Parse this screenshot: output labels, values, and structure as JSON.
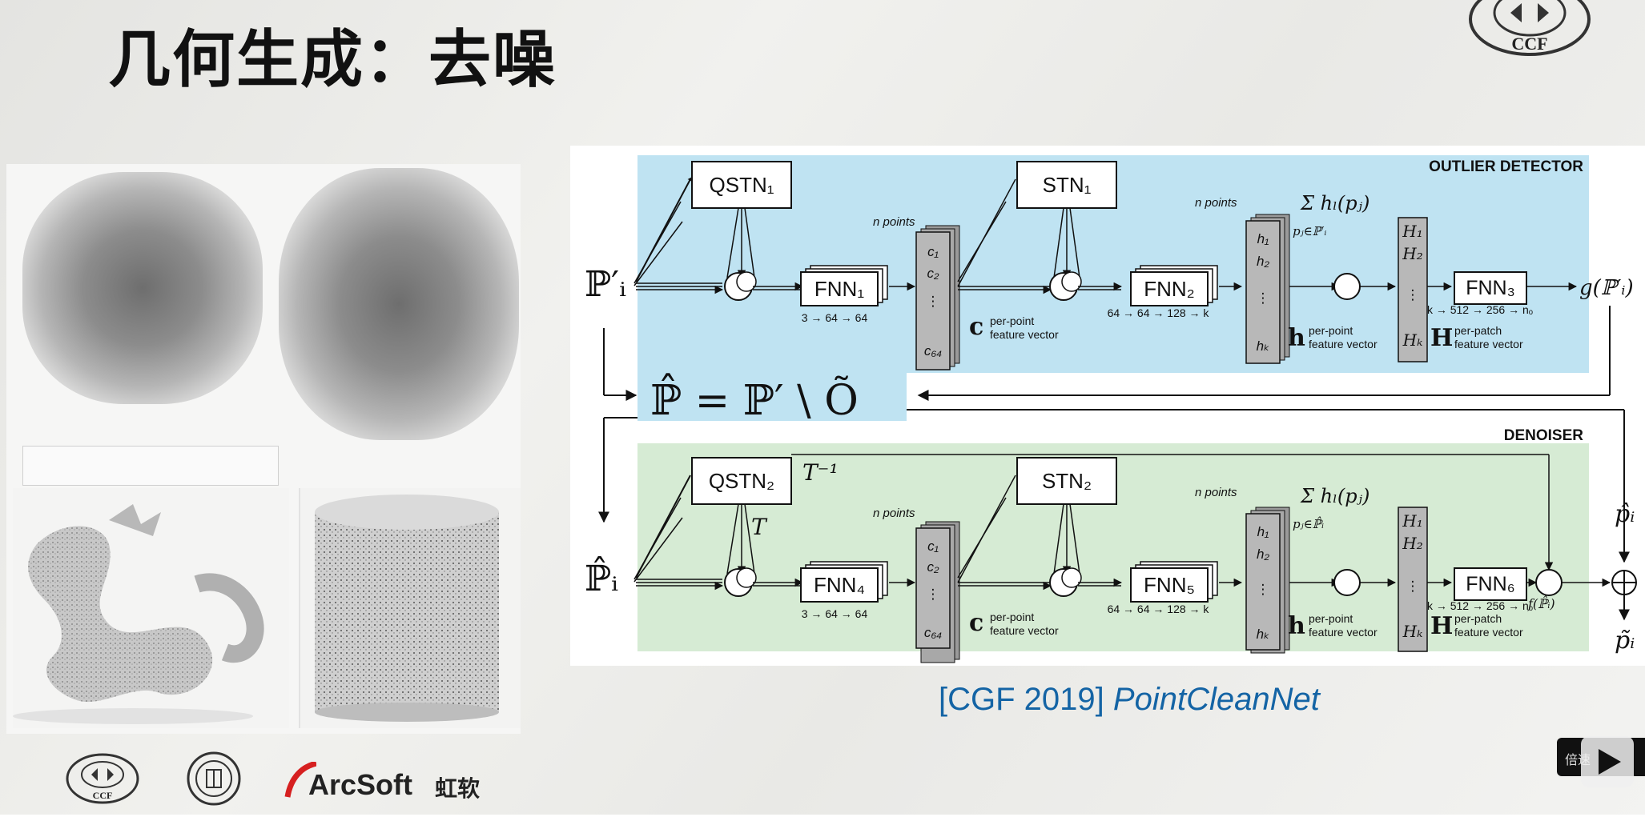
{
  "slide": {
    "title": "几何生成：去噪"
  },
  "diagram": {
    "outlier_section_title": "OUTLIER DETECTOR",
    "denoiser_section_title": "DENOISER",
    "top_input": "ℙ′ᵢ",
    "bottom_input": "ℙ̂ᵢ",
    "middle_equation": "ℙ̂ = ℙ′ \\ Õ",
    "top": {
      "qstn": "QSTN₁",
      "stn": "STN₁",
      "fnn_a": "FNN₁",
      "fnn_b": "FNN₂",
      "fnn_c": "FNN₃",
      "fnn_a_dims": "3 → 64 → 64",
      "fnn_b_dims": "64 → 64 → 128 → k",
      "fnn_c_dims": "k → 512 → 256 → nₒ",
      "sum_label": "Σ hₗ(pⱼ)",
      "sum_sub": "pⱼ∈ℙ′ᵢ",
      "output": "g(ℙ′ᵢ)"
    },
    "bottom": {
      "qstn": "QSTN₂",
      "stn": "STN₂",
      "fnn_a": "FNN₄",
      "fnn_b": "FNN₅",
      "fnn_c": "FNN₆",
      "fnn_a_dims": "3 → 64 → 64",
      "fnn_b_dims": "64 → 64 → 128 → k",
      "fnn_c_dims": "k → 512 → 256 → nₒ",
      "sum_label": "Σ hₗ(pⱼ)",
      "sum_sub": "pⱼ∈ℙ̂ᵢ",
      "t_inverse": "T⁻¹",
      "t_label": "T",
      "f_output": "f(ℙ̂ᵢ)",
      "p_hat": "p̂ᵢ",
      "p_tilde": "p̃ᵢ"
    },
    "n_points": "n points",
    "c_label": "c",
    "per_point": "per-point",
    "feature_vector": "feature vector",
    "h_label": "h",
    "H_label": "H",
    "per_patch": "per-patch",
    "c_stack": [
      "c₁",
      "c₂",
      "⋮",
      "c₆₄"
    ],
    "h_stack": [
      "h₁",
      "h₂",
      "⋮",
      "hₖ"
    ],
    "H_stack": [
      "H₁",
      "H₂",
      "⋮",
      "Hₖ"
    ]
  },
  "citation": {
    "venue": "[CGF 2019]",
    "name": "PointCleanNet"
  },
  "logos": {
    "arcsoft": "ArcSoft",
    "arcsoft_cn": "虹软"
  },
  "player": {
    "button_label": "倍速"
  },
  "colors": {
    "outlier_bg": "#bfe3f2",
    "denoiser_bg": "#d6ebd4",
    "citation": "#1464a5"
  }
}
